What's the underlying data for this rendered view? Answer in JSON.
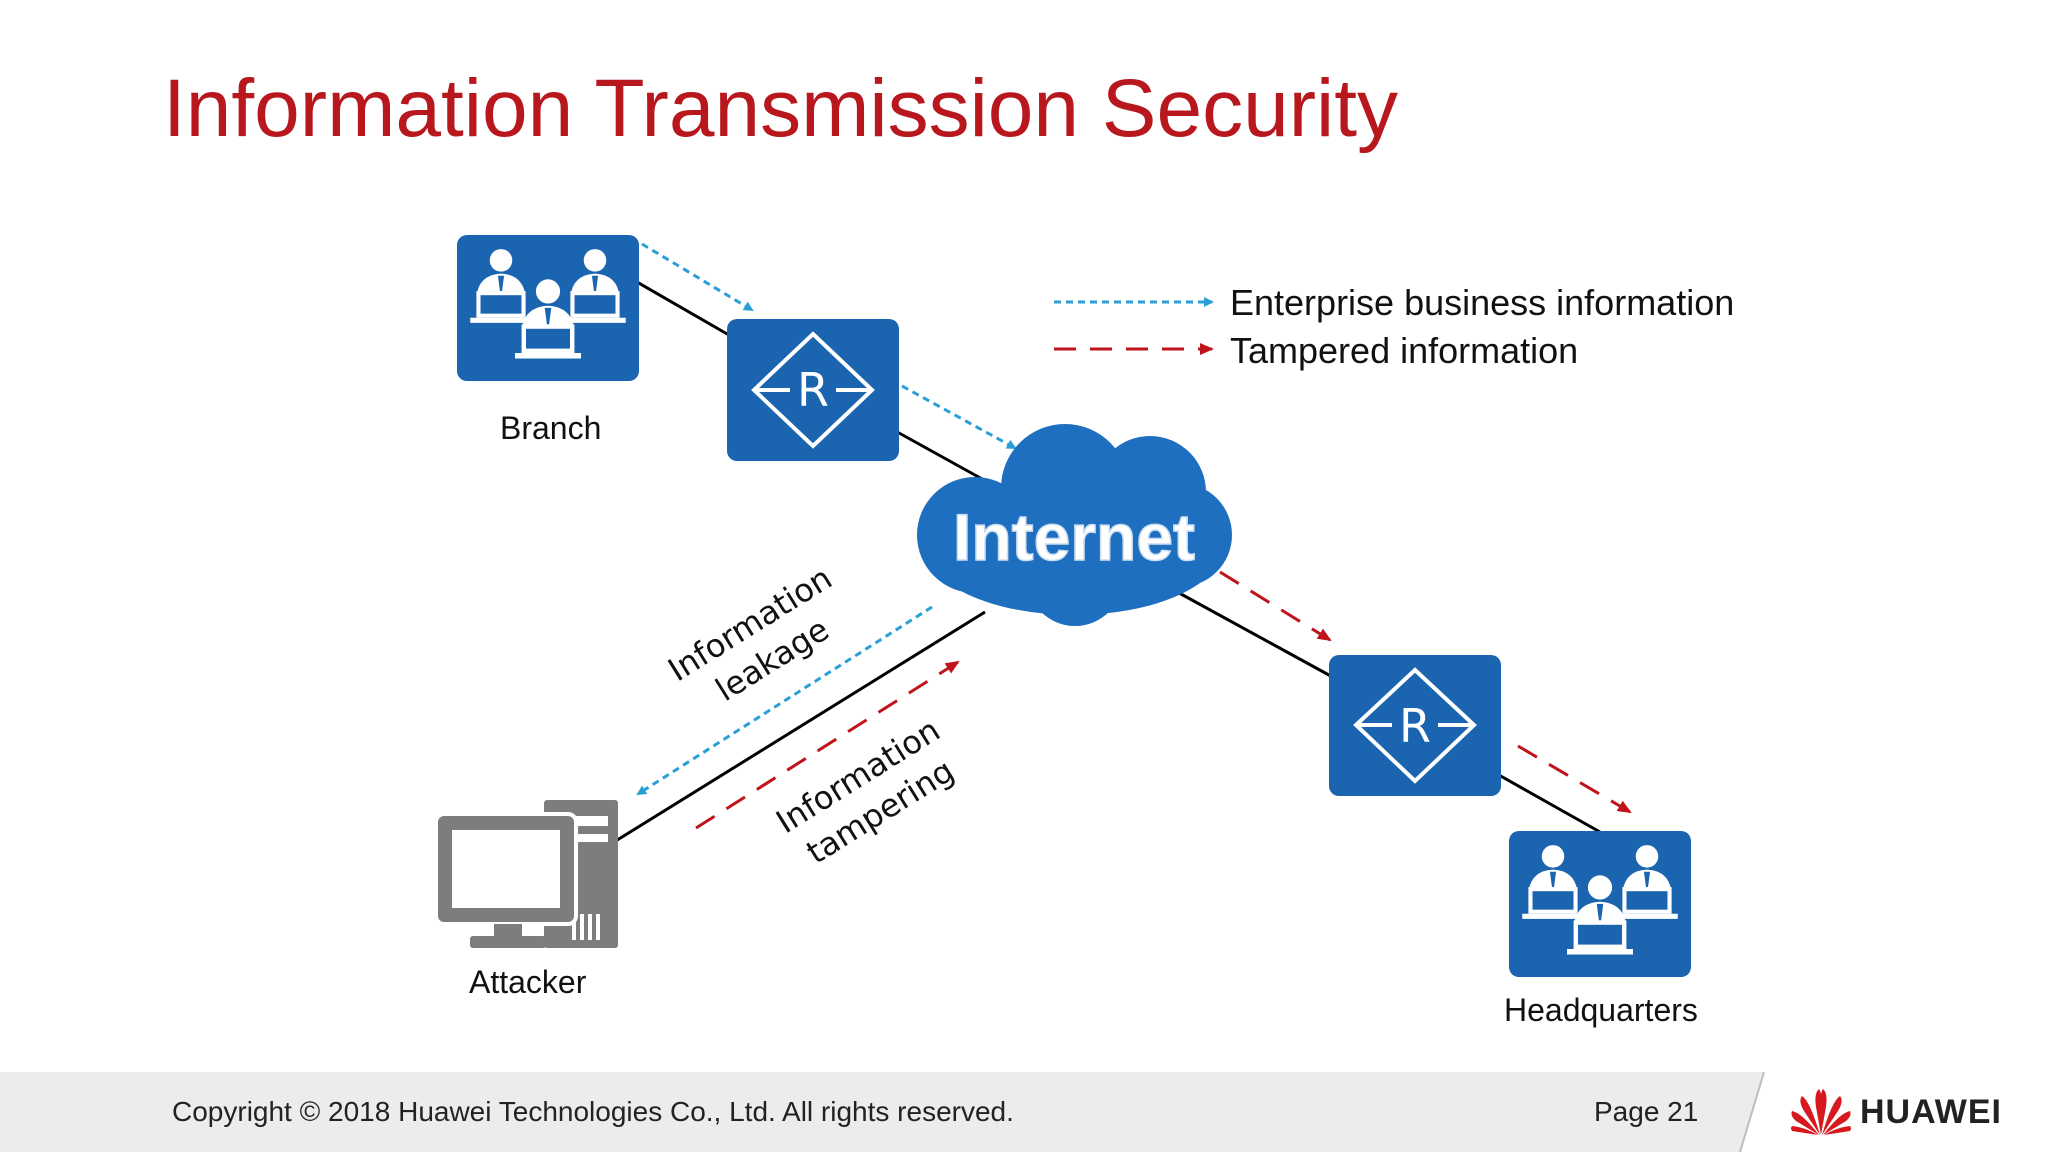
{
  "title": "Information Transmission Security",
  "nodes": {
    "branch": "Branch",
    "internet": "Internet",
    "attacker": "Attacker",
    "headquarters": "Headquarters",
    "router_letter": "R"
  },
  "legend": {
    "enterprise": "Enterprise business information",
    "tampered": "Tampered information"
  },
  "annotations": {
    "leakage_line1": "Information",
    "leakage_line2": "leakage",
    "tampering_line1": "Information",
    "tampering_line2": "tampering"
  },
  "footer": {
    "copyright": "Copyright © 2018 Huawei Technologies Co., Ltd. All rights reserved.",
    "page": "Page 21",
    "brand": "HUAWEI"
  },
  "colors": {
    "title": "#b7171d",
    "device_blue": "#1b64b0",
    "cloud_blue": "#1f6fc0",
    "enterprise_arrow": "#2a9fd6",
    "tampered_arrow": "#c0141c",
    "attacker_gray": "#7d7d7d"
  }
}
